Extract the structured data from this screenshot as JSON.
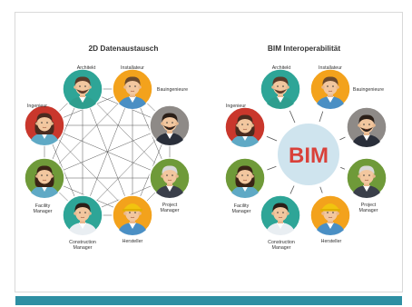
{
  "titles": {
    "left": "2D Datenaustausch",
    "right": "BIM Interoperabilität"
  },
  "hub_label": "BIM",
  "roles": {
    "architekt": "Architekt",
    "installateur": "Installateur",
    "bauingenieure": "Bauingenieure",
    "ingenieur": "Ingenieur",
    "facility_manager": "Facility\nManager",
    "construction_manager": "Construction\nManager",
    "hersteller": "Hersteller",
    "project_manager": "Project\nManager"
  },
  "colors": {
    "teal": "#2ea597",
    "orange": "#f3a21c",
    "gray": "#8e8a87",
    "red": "#c9372c",
    "green": "#6f9a39",
    "hub": "#cfe4ee",
    "hub_text": "#d9413a",
    "bar": "#2e8fa3"
  },
  "icons": {
    "person": "person-avatar-icon"
  }
}
